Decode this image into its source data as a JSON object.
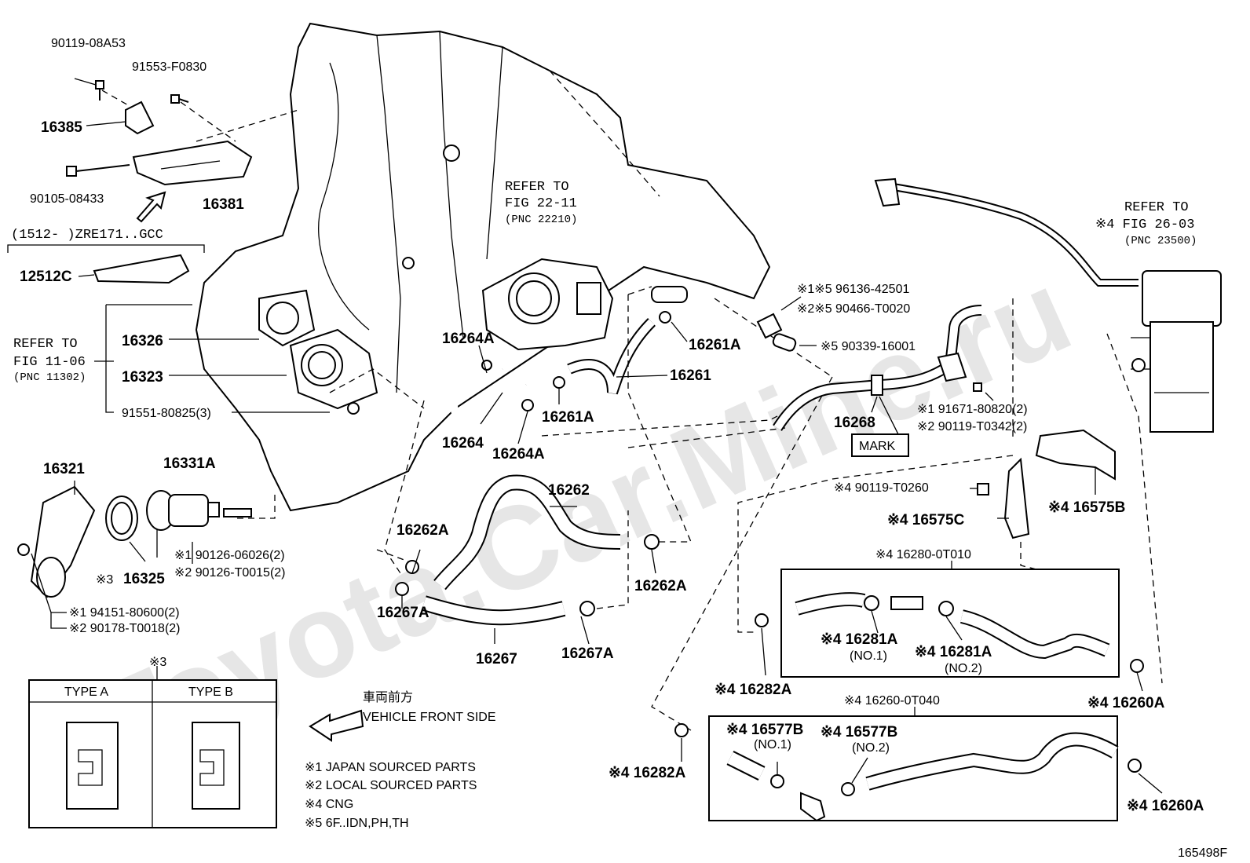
{
  "watermark": "Toyota.Car.Mine.ru",
  "diagram_id": "165498F",
  "labels": {
    "p90119_08A53": "90119-08A53",
    "p91553_F0830": "91553-F0830",
    "p16385": "16385",
    "p16381": "16381",
    "p90105_08433": "90105-08433",
    "range_note": "(1512-       )ZRE171..GCC",
    "p12512C": "12512C",
    "ref_fig11_a": "REFER TO",
    "ref_fig11_b": "FIG 11-06",
    "ref_fig11_c": "(PNC 11302)",
    "p16326": "16326",
    "p16323": "16323",
    "p91551_80825": "91551-80825(3)",
    "p16321": "16321",
    "p16331A": "16331A",
    "p16325": "16325",
    "p16325_mark": "※3",
    "p90126_06026": "※1 90126-06026(2)",
    "p90126_T0015": "※2 90126-T0015(2)",
    "p94151": "※1 94151-80600(2)",
    "p90178": "※2 90178-T0018(2)",
    "ref_fig22_a": "REFER TO",
    "ref_fig22_b": "FIG 22-11",
    "ref_fig22_c": "(PNC 22210)",
    "p16264A_top": "16264A",
    "p16264": "16264",
    "p16264A_bot": "16264A",
    "p16261A_top": "16261A",
    "p16261": "16261",
    "p16261A_bot": "16261A",
    "p96136": "※1※5 96136-42501",
    "p90466": "※2※5 90466-T0020",
    "p90339": "※5 90339-16001",
    "ref_fig26_a": "REFER TO",
    "ref_fig26_b": "※4 FIG 26-03",
    "ref_fig26_c": "(PNC 23500)",
    "p16268": "16268",
    "mark": "MARK",
    "p91671": "※1 91671-80820(2)",
    "p90119_T0342": "※2 90119-T0342(2)",
    "p90119_T0260": "※4 90119-T0260",
    "p16575B": "※4 16575B",
    "p16575C": "※4  16575C",
    "p16262A_top": "16262A",
    "p16262": "16262",
    "p16262A_right": "16262A",
    "p16267A_left": "16267A",
    "p16267": "16267",
    "p16267A_right": "16267A",
    "p16280": "※4  16280-0T010",
    "p16281A_1": "※4  16281A",
    "p16281A_1_no": "(NO.1)",
    "p16281A_2": "※4  16281A",
    "p16281A_2_no": "(NO.2)",
    "p16282A_top": "※4 16282A",
    "p16260A_top": "※4 16260A",
    "p16260": "※4  16260-0T040",
    "p16577B_1": "※4  16577B",
    "p16577B_1_no": "(NO.1)",
    "p16577B_2": "※4  16577B",
    "p16577B_2_no": "(NO.2)",
    "p16282A_bot": "※4 16282A",
    "p16260A_bot": "※4  16260A",
    "type_mark": "※3",
    "type_a": "TYPE  A",
    "type_b": "TYPE  B",
    "front_jp": "車両前方",
    "front_en": "VEHICLE FRONT SIDE"
  },
  "notes": [
    "※1 JAPAN SOURCED PARTS",
    "※2 LOCAL SOURCED PARTS",
    "※4 CNG",
    "※5 6F..IDN,PH,TH"
  ]
}
